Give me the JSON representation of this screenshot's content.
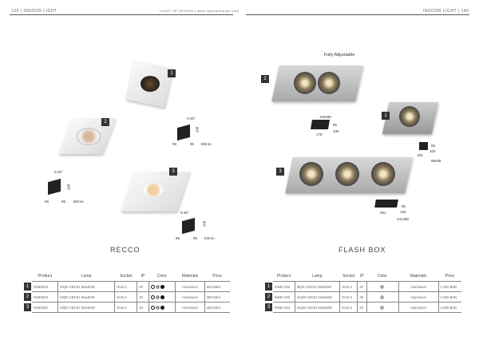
{
  "header": {
    "left_page": "139",
    "left_section": "INDOOR LIGHT",
    "center_brand": "LIGHT UP DESIGN",
    "center_url": "www.lightupdesign.com",
    "right_section": "INDOOR LIGHT",
    "right_page": "140"
  },
  "recco": {
    "title": "RECCO",
    "items": [
      {
        "badge": "1",
        "tilt": "0-30°",
        "height": "108",
        "w": "95",
        "d": "95",
        "cutout": "80mm."
      },
      {
        "badge": "2",
        "tilt": "0-30°",
        "height": "108",
        "w": "95",
        "d": "95",
        "cutout": "80mm."
      },
      {
        "badge": "3",
        "tilt": "0-30°",
        "height": "108",
        "w": "95",
        "d": "95",
        "cutout": "63mm."
      }
    ],
    "table": {
      "headers": [
        "Product",
        "Lamp",
        "Socket",
        "IP",
        "Color",
        "Materials",
        "Price"
      ],
      "rows": [
        {
          "n": "1",
          "product": "R4B0028",
          "lamp": "MQR-CBC51 Max50W",
          "socket": "GU5.3",
          "ip": "20",
          "material": "Aluminium",
          "price": "660 Baht"
        },
        {
          "n": "2",
          "product": "R4B0029",
          "lamp": "MQR-CBC51 Max50W",
          "socket": "GU5.3",
          "ip": "20",
          "material": "Aluminium",
          "price": "390 Baht"
        },
        {
          "n": "3",
          "product": "R4B0030",
          "lamp": "MQR-CBC51 Max50W",
          "socket": "GU5.3",
          "ip": "20",
          "material": "Aluminium",
          "price": "390 Baht"
        }
      ]
    },
    "colors": [
      "#ffffff",
      "#999999",
      "#111111"
    ]
  },
  "flashbox": {
    "title": "FLASH BOX",
    "note": "Fully Adjustable",
    "items": [
      {
        "badge": "1",
        "h": "95",
        "d": "100",
        "w": "100",
        "cutout": "88x88"
      },
      {
        "badge": "2",
        "h": "95",
        "d": "100",
        "w": "178",
        "cutout": "160x88"
      },
      {
        "badge": "3",
        "h": "95",
        "d": "100",
        "w": "251",
        "cutout": "241x88"
      }
    ],
    "table": {
      "headers": [
        "Product",
        "Lamp",
        "Socket",
        "IP",
        "Color",
        "Materials",
        "Price"
      ],
      "rows": [
        {
          "n": "1",
          "product": "R4B0 032",
          "lamp": "MQR-CBC51 Max50W",
          "socket": "GU5.3",
          "ip": "20",
          "material": "Aluminium",
          "price": "1,250 Baht"
        },
        {
          "n": "2",
          "product": "R4B0 033",
          "lamp": "2xQR-CBC51 Max50W",
          "socket": "GU5.3",
          "ip": "20",
          "material": "Aluminium",
          "price": "1,950 Baht"
        },
        {
          "n": "3",
          "product": "R4B0 034",
          "lamp": "3xQR-CBC51 Max50W",
          "socket": "GU5.3",
          "ip": "20",
          "material": "Aluminium",
          "price": "2,600 Baht"
        }
      ]
    },
    "color": "#aaaaaa"
  }
}
